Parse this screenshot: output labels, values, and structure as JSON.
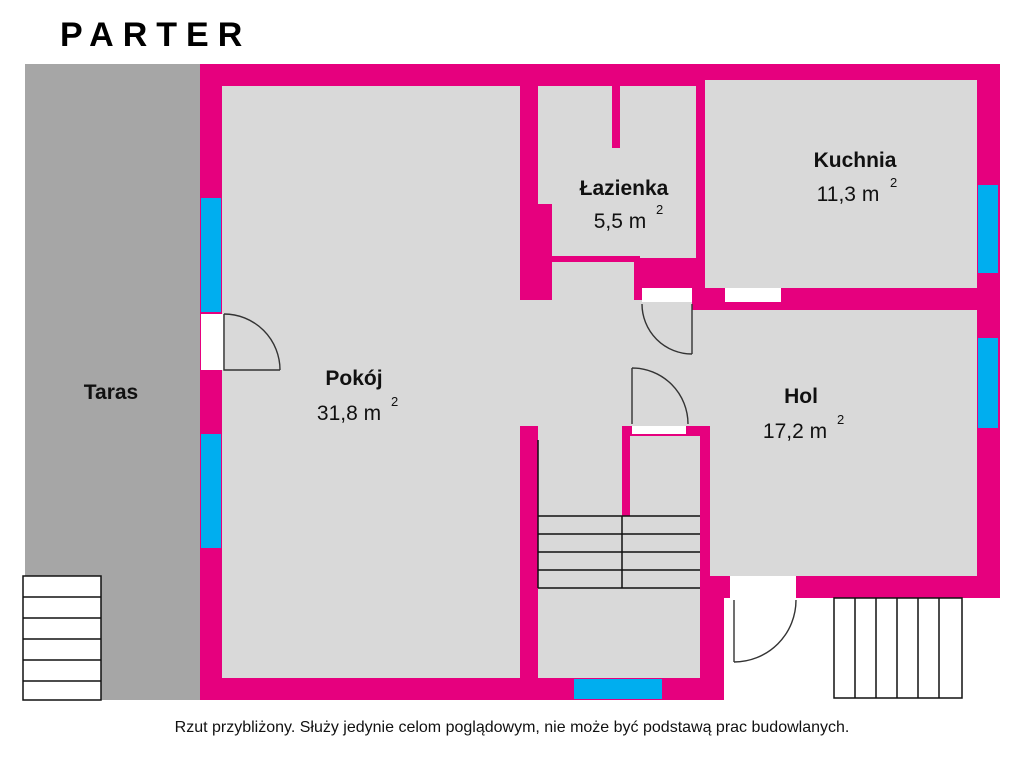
{
  "title": "PARTER",
  "disclaimer": "Rzut przybliżony. Służy jedynie celom poglądowym, nie może być podstawą prac budowlanych.",
  "colors": {
    "wall": "#e6007e",
    "floor": "#d9d9d9",
    "terrace": "#a6a6a6",
    "window": "#00aeef",
    "door": "#ffffff"
  },
  "rooms": {
    "taras": {
      "name": "Taras"
    },
    "pokoj": {
      "name": "Pokój",
      "area": "31,8 m",
      "unit_power": "2"
    },
    "lazienka": {
      "name": "Łazienka",
      "area": "5,5 m",
      "unit_power": "2"
    },
    "kuchnia": {
      "name": "Kuchnia",
      "area": "11,3 m",
      "unit_power": "2"
    },
    "hol": {
      "name": "Hol",
      "area": "17,2 m",
      "unit_power": "2"
    }
  }
}
